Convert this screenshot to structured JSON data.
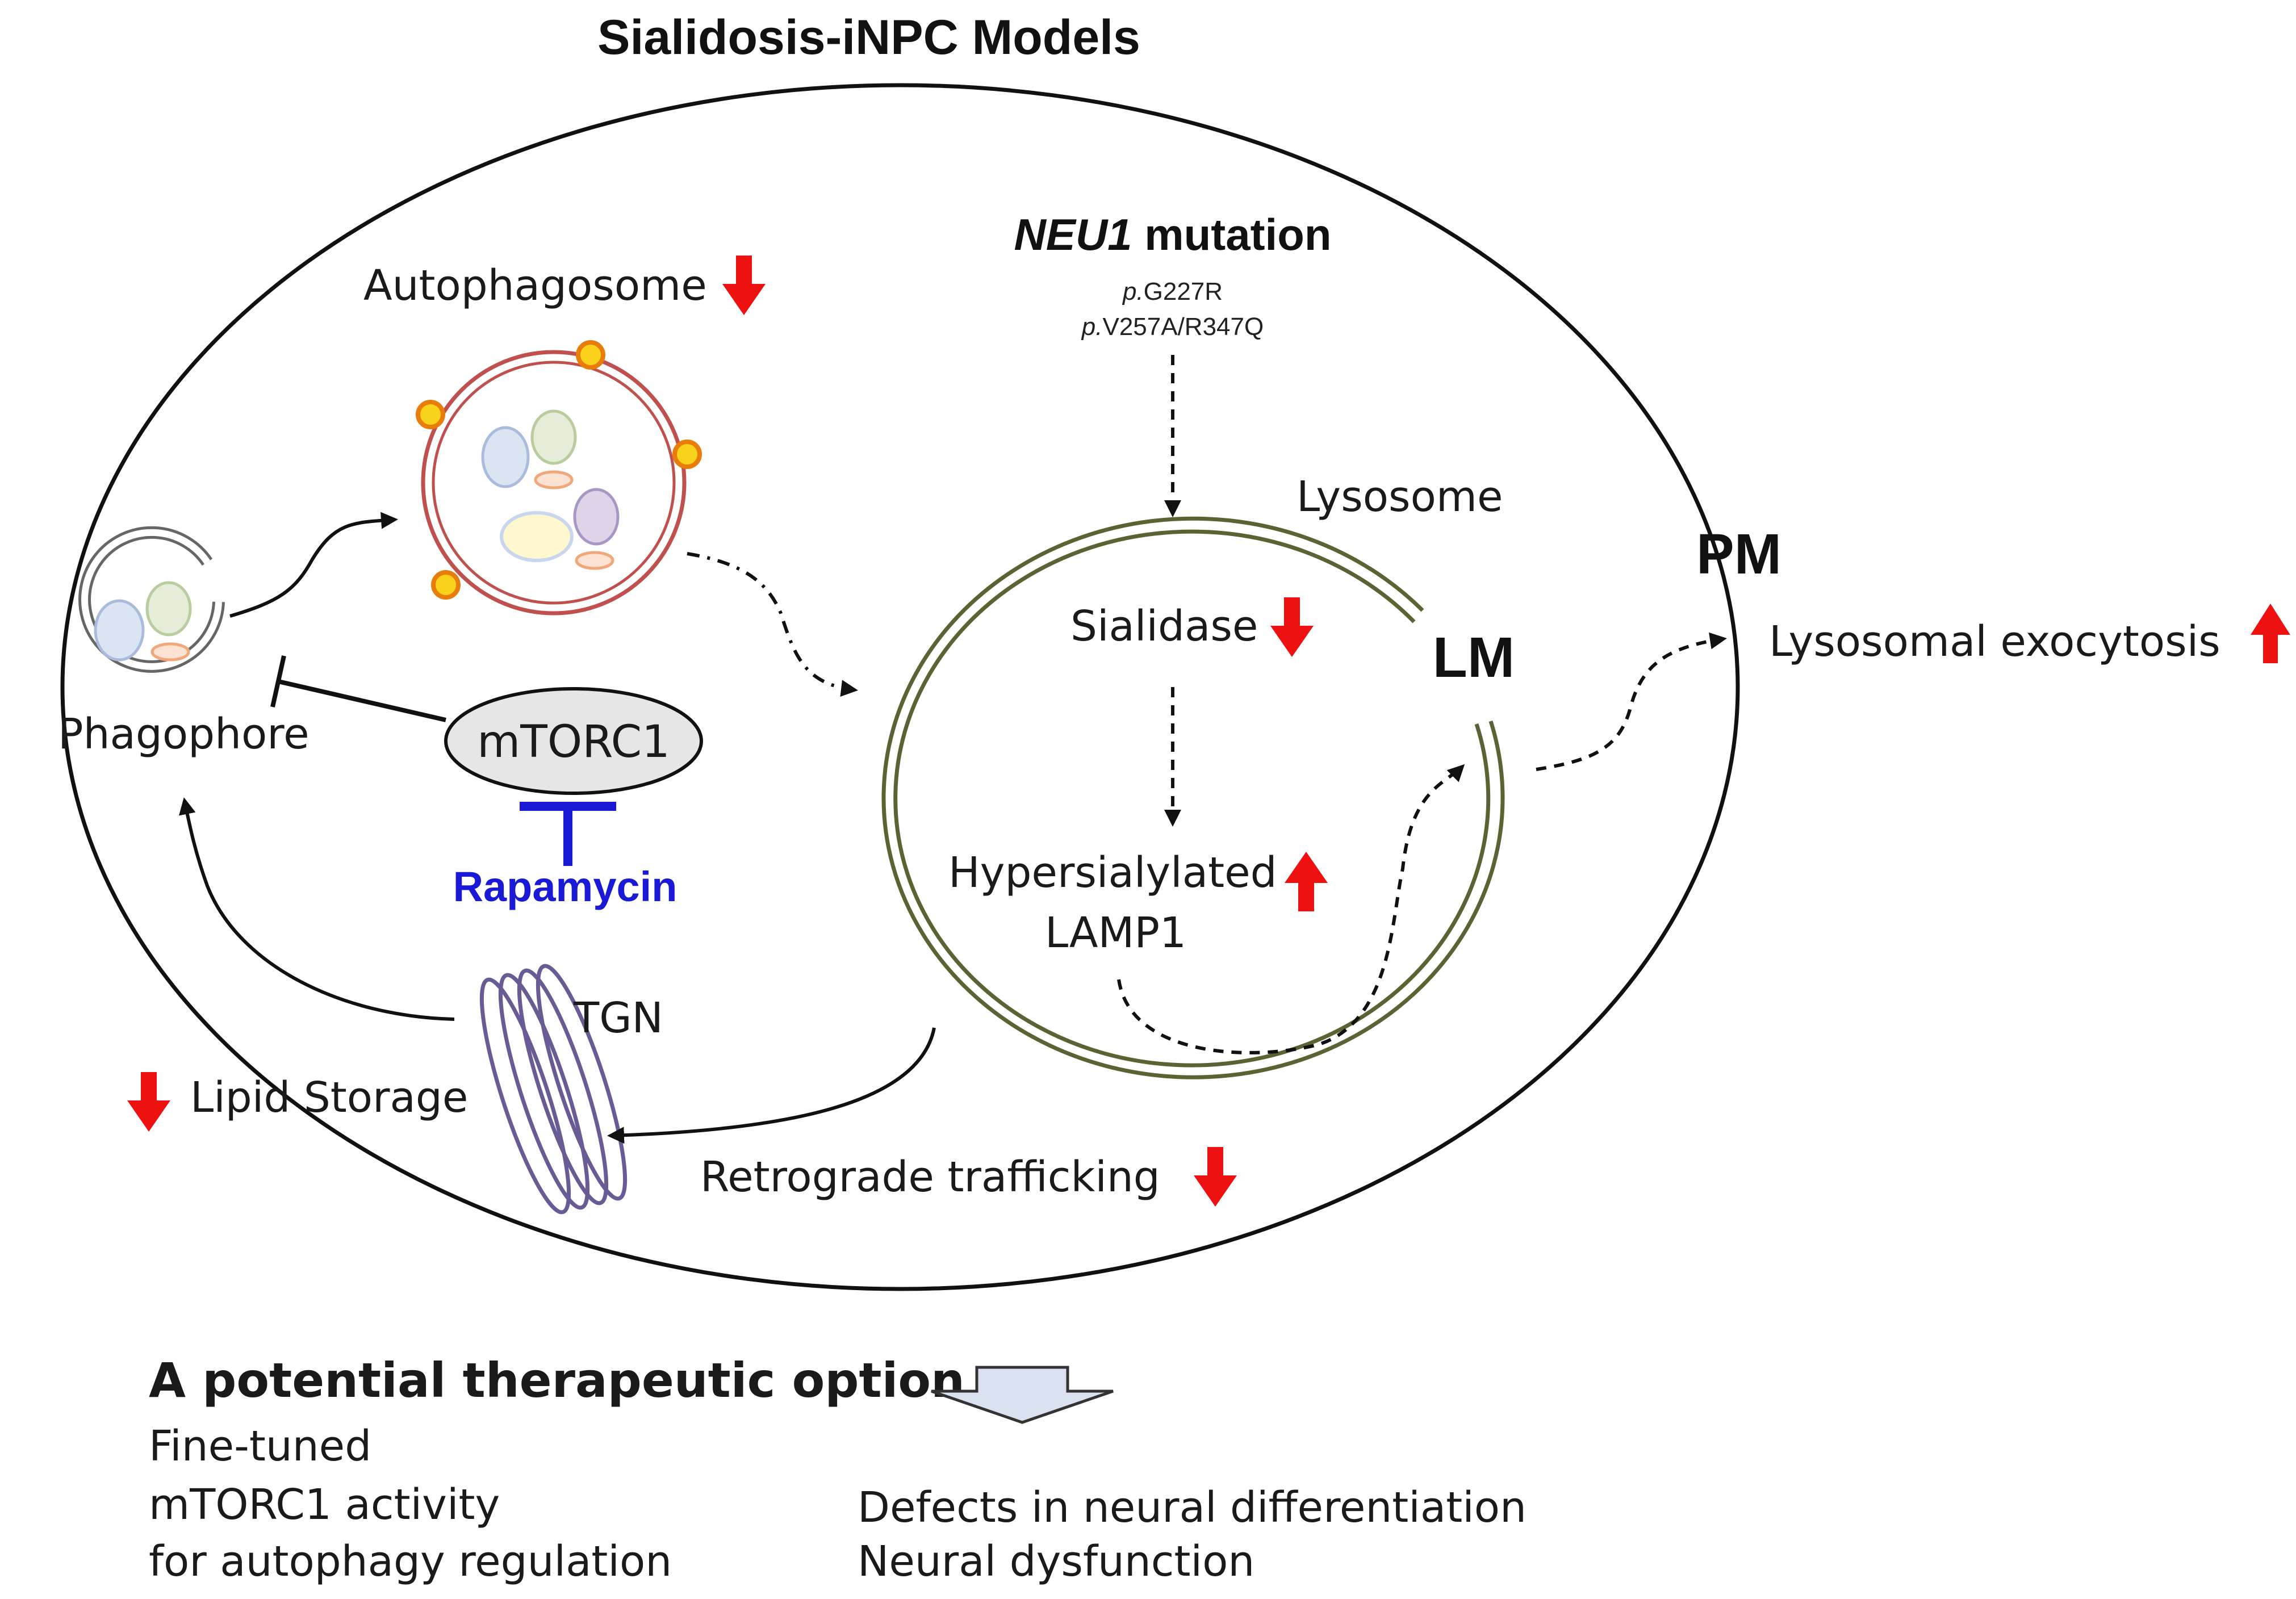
{
  "title": "Sialidosis-iNPC Models",
  "mutation": {
    "gene": "NEU1",
    "word": "mutation",
    "variant1_prefix": "p.",
    "variant1": "G227R",
    "variant2_prefix": "p.",
    "variant2": "V257A/R347Q"
  },
  "labels": {
    "autophagosome": "Autophagosome",
    "phagophore": "Phagophore",
    "mtorc1": "mTORC1",
    "rapamycin": "Rapamycin",
    "lysosome": "Lysosome",
    "sialidase": "Sialidase",
    "hypersialylated": "Hypersialylated",
    "lamp1": "LAMP1",
    "lm": "LM",
    "pm": "PM",
    "exocytosis": "Lysosomal exocytosis",
    "tgn": "TGN",
    "lipid_storage": "Lipid Storage",
    "retrograde": "Retrograde trafficking"
  },
  "therapy": {
    "heading": "A potential therapeutic option",
    "lines": [
      "Fine-tuned",
      "mTORC1 activity",
      "for autophagy regulation"
    ],
    "outcomes": [
      "Defects in neural differentiation",
      "Neural dysfunction"
    ]
  },
  "colors": {
    "decrease_arrow": "#ee1111",
    "increase_arrow": "#ee1111",
    "rapamycin": "#1a1ad6",
    "lysosome_membrane": "#5a6333",
    "autophagosome_membrane": "#c0504d",
    "tgn": "#6b5b95"
  }
}
